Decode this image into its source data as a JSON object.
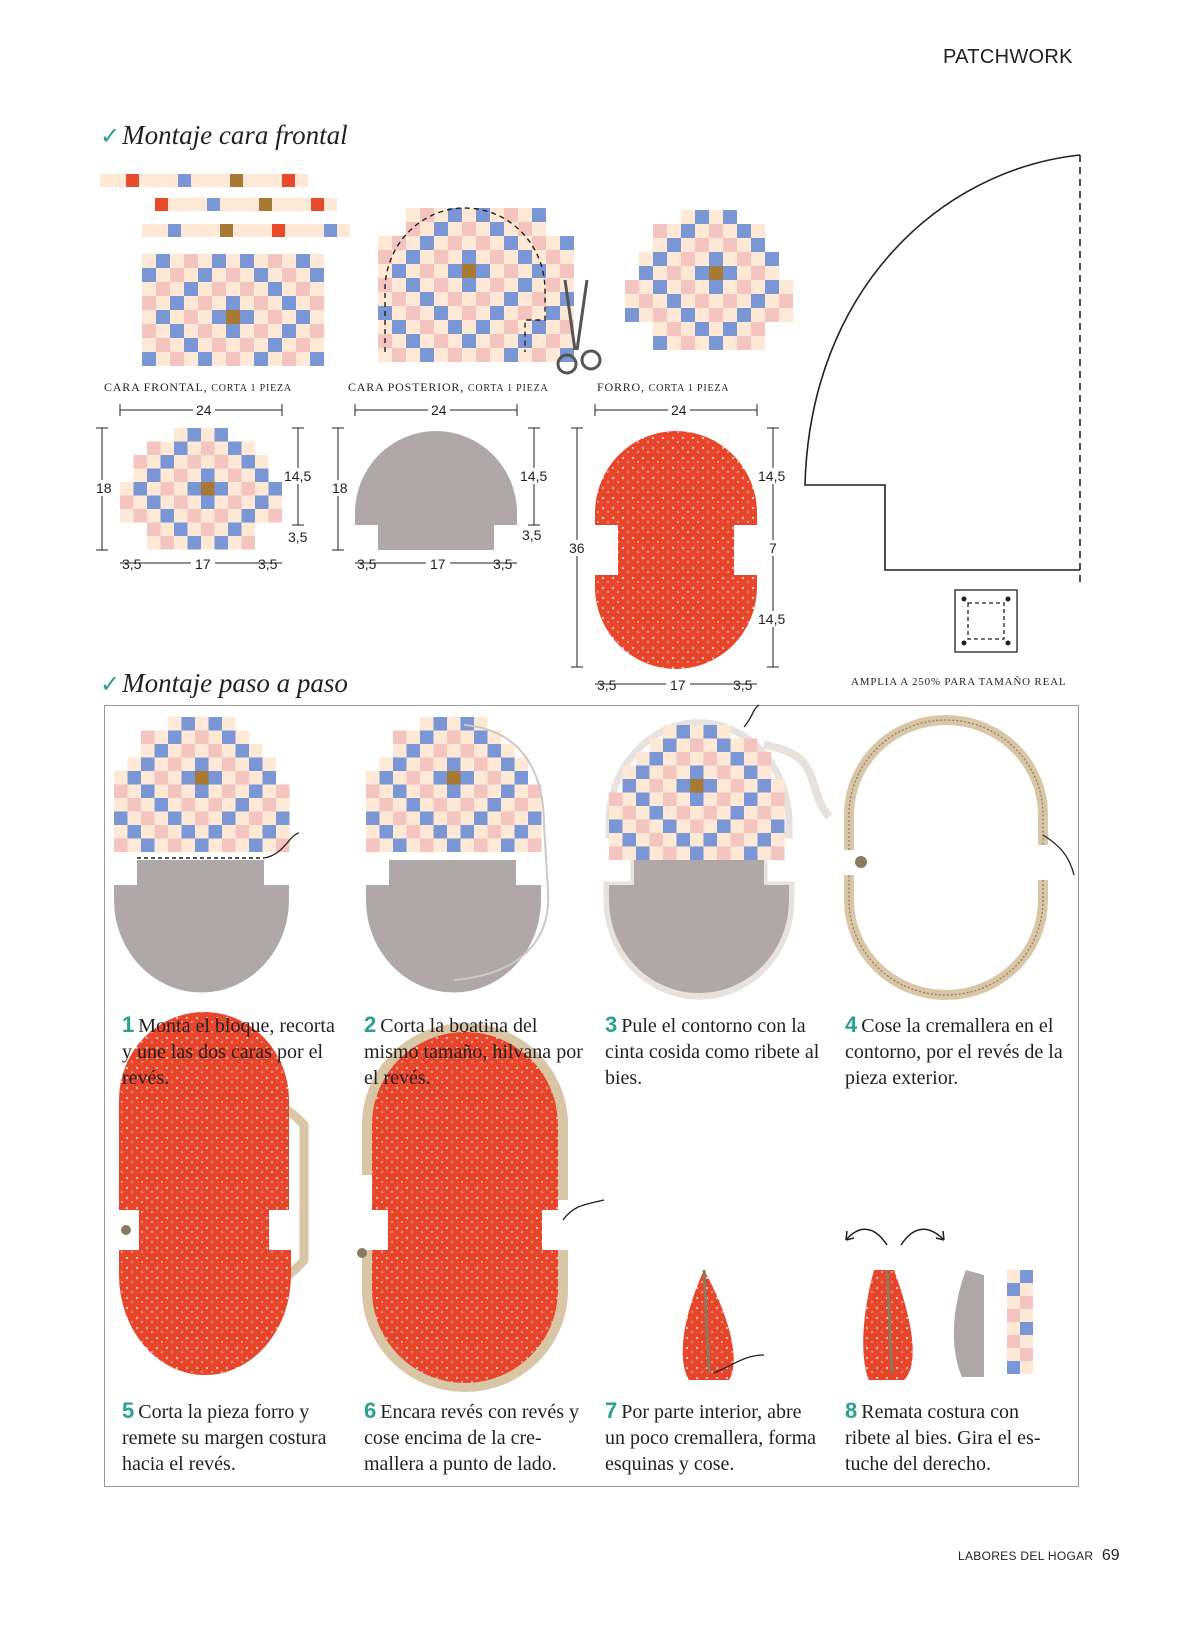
{
  "header": {
    "section": "PATCHWORK"
  },
  "sections": {
    "front": "Montaje cara frontal",
    "steps": "Montaje paso a paso"
  },
  "pieces": [
    {
      "name": "cara frontal,",
      "cut": "corta 1 pieza"
    },
    {
      "name": "cara posterior,",
      "cut": "corta 1 pieza"
    },
    {
      "name": "forro,",
      "cut": "corta 1 pieza"
    }
  ],
  "dimensions": {
    "width": "24",
    "height_front": "18",
    "arc": "14,5",
    "step_h": "3,5",
    "notch": "3,5",
    "base": "17",
    "lining_total": "36",
    "lining_mid": "7"
  },
  "pattern_note": "amplia a 250% para tamaño real",
  "steps": [
    {
      "num": "1",
      "text": "Monta el bloque, re­corta y une las dos caras por el revés."
    },
    {
      "num": "2",
      "text": "Corta la boatina del mismo tamaño, hilvana por el revés."
    },
    {
      "num": "3",
      "text": "Pule el contorno con la cinta cosida como ri­bete al bies."
    },
    {
      "num": "4",
      "text": "Cose la cremallera en el contorno, por el revés de la pieza exterior."
    },
    {
      "num": "5",
      "text": "Corta la pieza forro y remete su margen cos­tura hacia el revés."
    },
    {
      "num": "6",
      "text": "Encara revés con revés y cose encima de la cre­mallera a punto de lado."
    },
    {
      "num": "7",
      "text": "Por parte interior, abre un poco cremallera, for­ma esquinas y cose."
    },
    {
      "num": "8",
      "text": "Remata costura con ribete al bies. Gira el es­tuche del derecho."
    }
  ],
  "footer": {
    "magazine": "LABORES DEL HOGAR",
    "page": "69"
  },
  "colors": {
    "accent": "#2aa08d",
    "red": "#e84a2c",
    "blue": "#7b96d4",
    "brown": "#a67a35",
    "cream": "#fde9d6",
    "pink": "#f4c4c0",
    "grey": "#b0a8a8",
    "lining": "#e8452a",
    "tape": "#d9c6a6"
  },
  "icons": [
    "check-icon",
    "scissors-icon",
    "arrow-left-icon",
    "arrow-right-icon"
  ]
}
